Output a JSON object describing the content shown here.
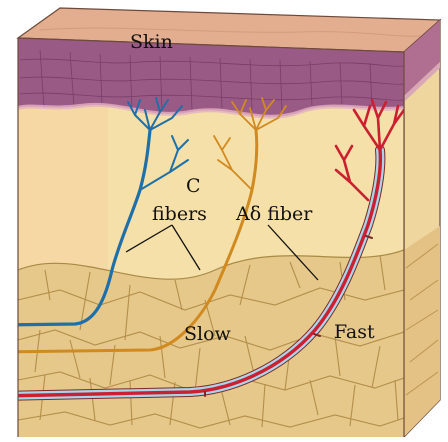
{
  "labels": {
    "skin": "Skin",
    "c": "C",
    "fibers": "fibers",
    "a_delta": "Aδ fiber",
    "slow": "Slow",
    "fast": "Fast"
  },
  "colors": {
    "epidermis_top": "#e0a98a",
    "epidermis_cells": "#9b5a84",
    "dermis": "#f3dfa6",
    "fat": "#e7c98d",
    "fat_cell_edge": "#b99650",
    "c_fiber": "#1f6fa8",
    "orange_fiber": "#d18a1f",
    "a_delta_fiber": "#cc1f2f",
    "myelin": "#a9d4ea"
  }
}
